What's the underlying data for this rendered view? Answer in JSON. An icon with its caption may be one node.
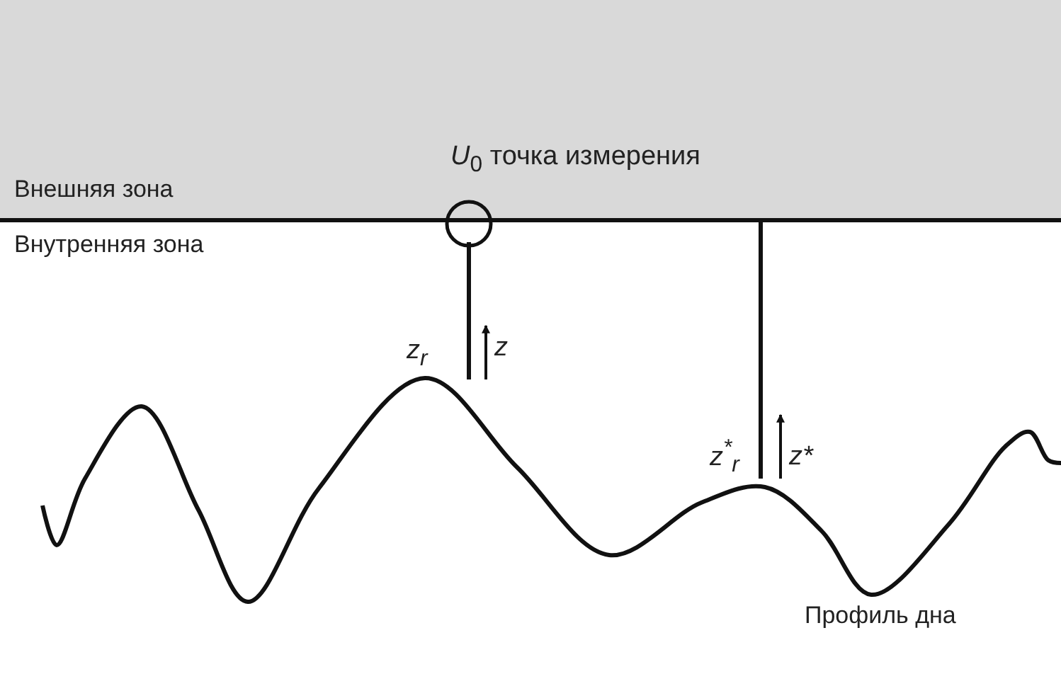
{
  "diagram": {
    "nodes": [
      {
        "text": [
          "Внешняя зона"
        ]
      },
      {
        "text": [
          "*U*$_{0}$ точка измерения"
        ]
      },
      {
        "text": [
          "Профиль дна"
        ]
      }
    ],
    "labels": [
      "Внутренняя зона",
      "z$_{r}$",
      "z",
      "z$^{*}$$_{r}$",
      "z*"
    ]
  }
}
